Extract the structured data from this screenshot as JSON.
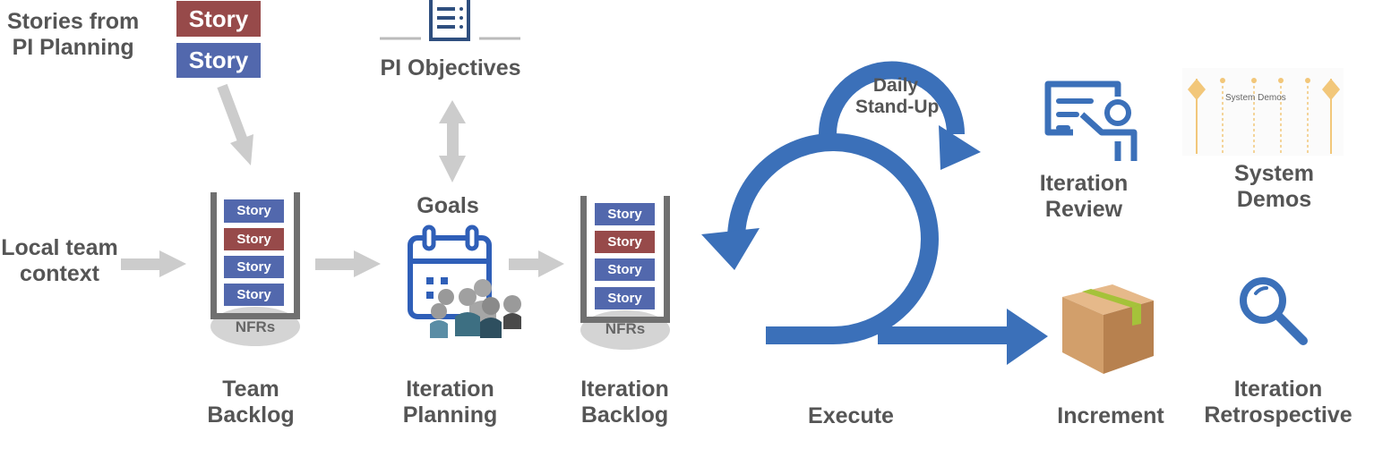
{
  "title": "SAFe Team Iteration Flow",
  "colors": {
    "story_blue": "#5268ad",
    "story_red": "#974a4a",
    "flow_blue": "#3b70b9",
    "gray_arrow": "#cccccc",
    "label_gray": "#555555",
    "box_brown": "#c99a6a",
    "tape_green": "#99bb33",
    "demo_orange": "#f2c77a"
  },
  "inputs": {
    "stories_from_pi_planning": "Stories from\nPI Planning",
    "stories": [
      "Story",
      "Story"
    ],
    "local_team_context": "Local team\ncontext"
  },
  "pi_objectives": {
    "label": "PI Objectives",
    "icon": "document-list-icon"
  },
  "goals_label": "Goals",
  "team_backlog": {
    "stories": [
      {
        "label": "Story",
        "color": "blue"
      },
      {
        "label": "Story",
        "color": "red"
      },
      {
        "label": "Story",
        "color": "blue"
      },
      {
        "label": "Story",
        "color": "blue"
      }
    ],
    "nfrs": "NFRs",
    "label_line1": "Team",
    "label_line2": "Backlog"
  },
  "iteration_planning": {
    "icon": "calendar-team-icon",
    "label_line1": "Iteration",
    "label_line2": "Planning"
  },
  "iteration_backlog": {
    "stories": [
      {
        "label": "Story",
        "color": "blue"
      },
      {
        "label": "Story",
        "color": "red"
      },
      {
        "label": "Story",
        "color": "blue"
      },
      {
        "label": "Story",
        "color": "blue"
      }
    ],
    "nfrs": "NFRs",
    "label_line1": "Iteration",
    "label_line2": "Backlog"
  },
  "execute": {
    "daily_standup_line1": "Daily",
    "daily_standup_line2": "Stand-Up",
    "label": "Execute"
  },
  "iteration_review": {
    "label_line1": "Iteration",
    "label_line2": "Review",
    "icon": "presenter-icon"
  },
  "system_demos": {
    "inner_label": "System Demos",
    "label_line1": "System",
    "label_line2": "Demos",
    "icon": "timeline-icon"
  },
  "increment": {
    "label": "Increment",
    "icon": "package-box-icon"
  },
  "iteration_retrospective": {
    "label_line1": "Iteration",
    "label_line2": "Retrospective",
    "icon": "magnifier-icon"
  }
}
